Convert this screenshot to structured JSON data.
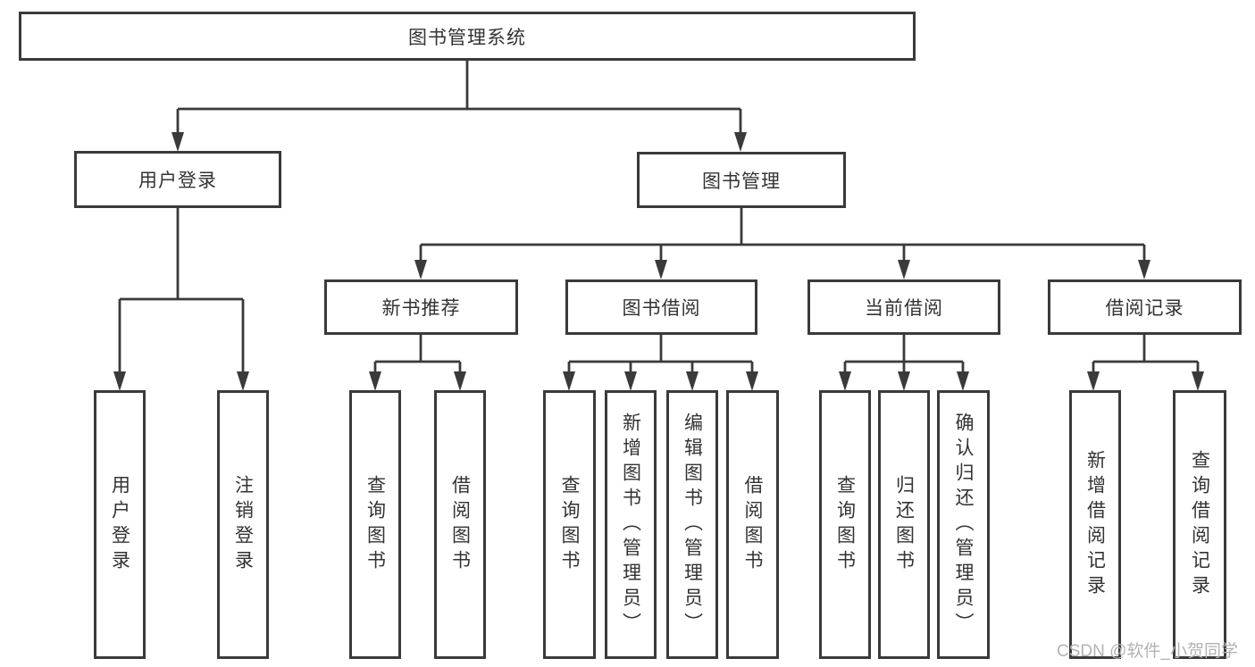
{
  "diagram": {
    "type": "tree-flowchart",
    "root": {
      "label": "图书管理系统"
    },
    "branches": [
      {
        "label": "用户登录",
        "children": [
          {
            "label": "用户登录"
          },
          {
            "label": "注销登录"
          }
        ]
      },
      {
        "label": "图书管理",
        "children": [
          {
            "label": "新书推荐",
            "children": [
              {
                "label": "查询图书"
              },
              {
                "label": "借阅图书"
              }
            ]
          },
          {
            "label": "图书借阅",
            "children": [
              {
                "label": "查询图书"
              },
              {
                "label": "新增图书（管理员）"
              },
              {
                "label": "编辑图书（管理员）"
              },
              {
                "label": "借阅图书"
              }
            ]
          },
          {
            "label": "当前借阅",
            "children": [
              {
                "label": "查询图书"
              },
              {
                "label": "归还图书"
              },
              {
                "label": "确认归还（管理员）"
              }
            ]
          },
          {
            "label": "借阅记录",
            "children": [
              {
                "label": "新增借阅记录"
              },
              {
                "label": "查询借阅记录"
              }
            ]
          }
        ]
      }
    ]
  },
  "watermark": {
    "text": "CSDN @软件_小贺同学"
  },
  "colors": {
    "line": "#3a3a3a",
    "text": "#333333",
    "watermark": "#b3b3b3",
    "background": "#ffffff"
  }
}
